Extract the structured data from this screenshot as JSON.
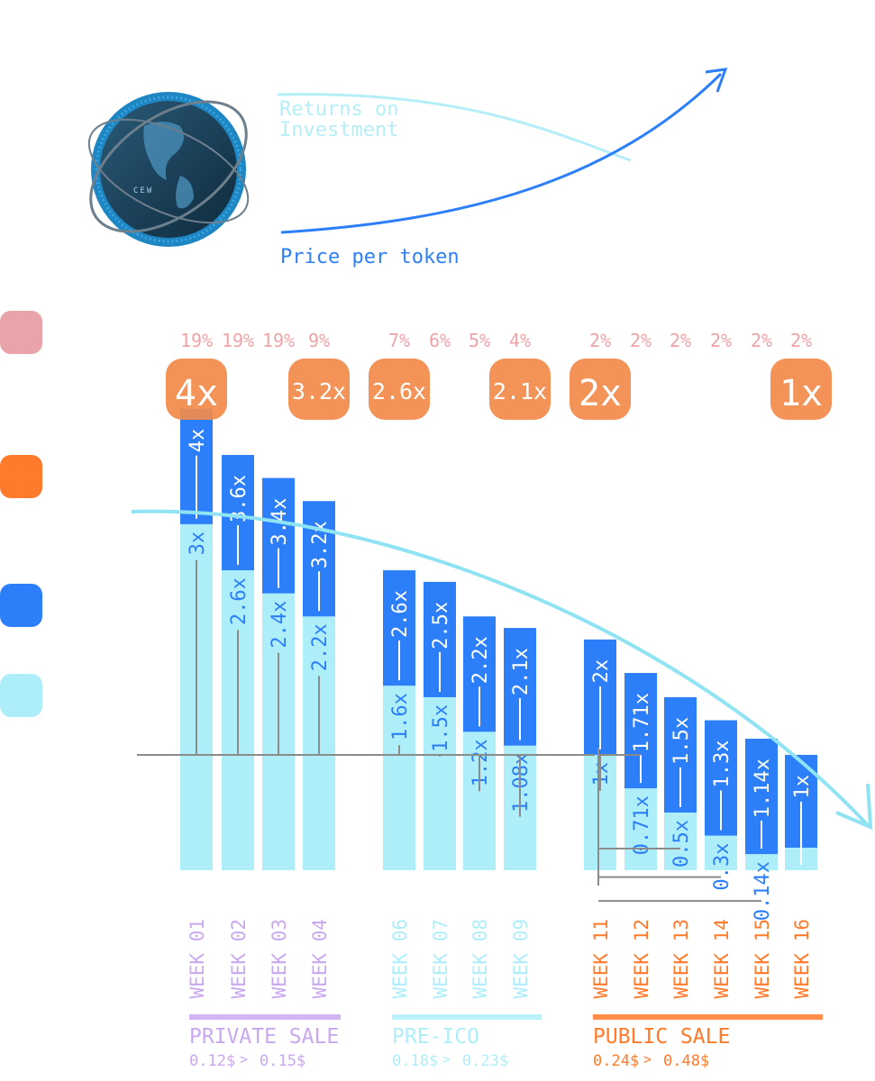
{
  "legend_labels": {
    "roi": "Returns on Investment",
    "price": "Price per token"
  },
  "legend_swatches": [
    {
      "name": "bonus-pink",
      "color": "#e8a4a8"
    },
    {
      "name": "multiplier-orange",
      "color": "#ff7a2a"
    },
    {
      "name": "total-blue",
      "color": "#2c7ff9"
    },
    {
      "name": "base-lightblue",
      "color": "#aeeef9"
    }
  ],
  "logo": {
    "text": "CEW"
  },
  "colors": {
    "dark_blue": "#2c7ff9",
    "light_blue": "#aeeef9",
    "pink": "#eea3a7",
    "orange": "#ff7a2a",
    "orange_badge": "#f28a4a",
    "purple": "#c9a8f0",
    "cyan_curve": "#8fe3f3",
    "connector": "#8b8b8b"
  },
  "chart_data": {
    "type": "bar",
    "categories": [
      "WEEK 01",
      "WEEK 02",
      "WEEK 03",
      "WEEK 04",
      "WEEK 06",
      "WEEK 07",
      "WEEK 08",
      "WEEK 09",
      "WEEK 11",
      "WEEK 12",
      "WEEK 13",
      "WEEK 14",
      "WEEK 15",
      "WEEK 16"
    ],
    "series": [
      {
        "values": [
          4,
          3.6,
          3.4,
          3.2,
          2.6,
          2.5,
          2.2,
          2.1,
          2,
          1.71,
          1.5,
          1.3,
          1.14,
          1
        ],
        "labels": [
          "4x",
          "3.6x",
          "3.4x",
          "3.2x",
          "2.6x",
          "2.5x",
          "2.2x",
          "2.1x",
          "2x",
          "1.71x",
          "1.5x",
          "1.3x",
          "1.14x",
          "1x"
        ]
      },
      {
        "values": [
          3,
          2.6,
          2.4,
          2.2,
          1.6,
          1.5,
          1.2,
          1.08,
          1,
          0.71,
          0.5,
          0.3,
          0.14,
          0
        ],
        "labels": [
          "3x",
          "2.6x",
          "2.4x",
          "2.2x",
          "1.6x",
          "1.5x",
          "1.2x",
          "1.08x",
          "1x",
          "0.71x",
          "0.5x",
          "0.3x",
          "0.14x",
          ""
        ]
      }
    ],
    "bonus_percent": [
      "19%",
      "19%",
      "19%",
      "9%",
      "7%",
      "6%",
      "5%",
      "4%",
      "2%",
      "2%",
      "2%",
      "2%",
      "2%",
      "2%"
    ],
    "badges": [
      {
        "index": 0,
        "label": "4x"
      },
      {
        "index": 3,
        "label": "3.2x"
      },
      {
        "index": 4,
        "label": "2.6x"
      },
      {
        "index": 7,
        "label": "2.1x"
      },
      {
        "index": 8,
        "label": "2x"
      },
      {
        "index": 13,
        "label": "1x"
      }
    ],
    "phases": [
      {
        "name": "PRIVATE SALE",
        "price_from": "0.12$",
        "price_to": "0.15$",
        "start": 0,
        "end": 3,
        "color": "#c9a8f0"
      },
      {
        "name": "PRE-ICO",
        "price_from": "0.18$",
        "price_to": "0.23$",
        "start": 4,
        "end": 7,
        "color": "#aeeef9"
      },
      {
        "name": "PUBLIC SALE",
        "price_from": "0.24$",
        "price_to": "0.48$",
        "start": 8,
        "end": 13,
        "color": "#ff7a2a"
      }
    ],
    "price_separator": ">",
    "ylim": [
      0,
      4.1
    ],
    "grid": false
  }
}
